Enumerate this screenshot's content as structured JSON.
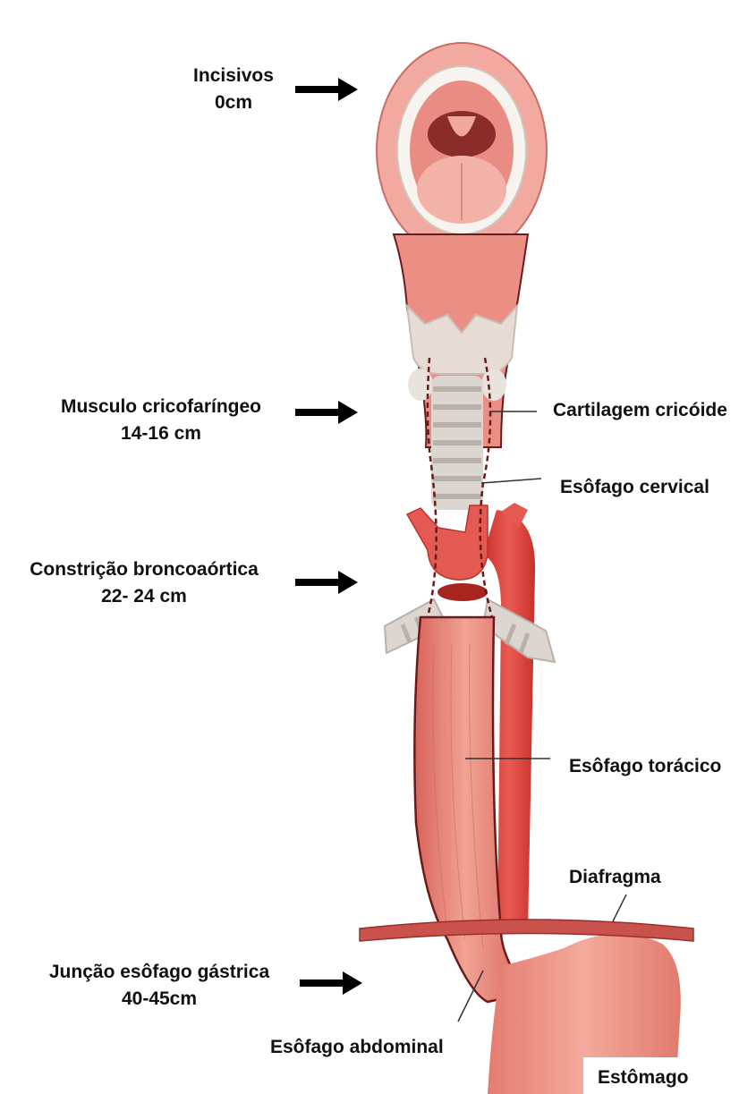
{
  "labels": {
    "incisivos": {
      "line1": "Incisivos",
      "line2": "0cm"
    },
    "musculo": {
      "line1": "Musculo cricofaríngeo",
      "line2": "14-16 cm"
    },
    "constricao": {
      "line1": "Constrição broncoaórtica",
      "line2": "22- 24 cm"
    },
    "juncao": {
      "line1": "Junção esôfago gástrica",
      "line2": "40-45cm"
    },
    "cartilagem": "Cartilagem cricóide",
    "esofago_cervical": "Esôfago cervical",
    "esofago_toracico": "Esôfago torácico",
    "diafragma": "Diafragma",
    "esofago_abdominal": "Esôfago abdominal",
    "estomago": "Estômago"
  },
  "colors": {
    "tissue": "#e8857b",
    "tissue_dark": "#c9443f",
    "aorta": "#e0443f",
    "cartilage": "#e6dcd4",
    "outline": "#6b1a1a",
    "text": "#111111"
  }
}
